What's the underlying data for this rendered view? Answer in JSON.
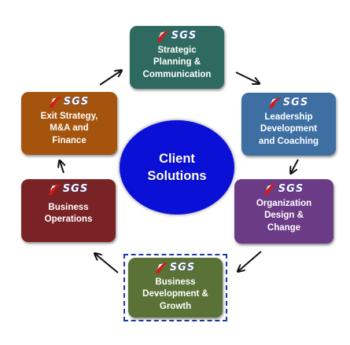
{
  "diagram": {
    "center": {
      "lines": [
        "Client",
        "Solutions"
      ],
      "color": "#0a10d6"
    },
    "logo_text": "SGS",
    "nodes": [
      {
        "id": "strategic",
        "lines": [
          "Strategic",
          "Planning &",
          "Communication"
        ],
        "color": "#2f6a60"
      },
      {
        "id": "leadership",
        "lines": [
          "Leadership",
          "Development",
          "and Coaching"
        ],
        "color": "#3d6fa3"
      },
      {
        "id": "organization",
        "lines": [
          "Organization",
          "Design &",
          "Change"
        ],
        "color": "#6b3b86"
      },
      {
        "id": "business-development",
        "lines": [
          "Business",
          "Development &",
          "Growth"
        ],
        "color": "#5a7236",
        "highlighted": true
      },
      {
        "id": "business-operations",
        "lines": [
          "Business",
          "Operations"
        ],
        "color": "#7a2327"
      },
      {
        "id": "exit-strategy",
        "lines": [
          "Exit Strategy,",
          "M&A and",
          "Finance"
        ],
        "color": "#a4540d"
      }
    ],
    "cycle_direction": "clockwise"
  }
}
